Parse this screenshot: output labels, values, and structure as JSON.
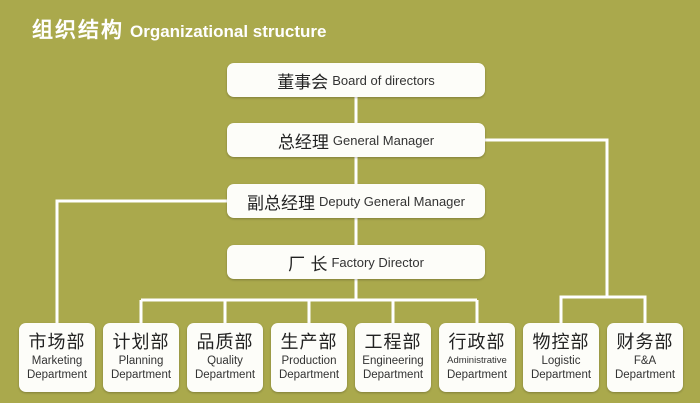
{
  "title": {
    "cn": "组织结构",
    "en": "Organizational structure"
  },
  "top_boxes": [
    {
      "cn": "董事会",
      "en": "Board of directors"
    },
    {
      "cn": "总经理",
      "en": "General Manager"
    },
    {
      "cn": "副总经理",
      "en": "Deputy General Manager"
    },
    {
      "cn": "厂 长",
      "en": "Factory Director"
    }
  ],
  "departments": [
    {
      "cn": "市场部",
      "en1": "Marketing",
      "en2": "Department"
    },
    {
      "cn": "计划部",
      "en1": "Planning",
      "en2": "Department"
    },
    {
      "cn": "品质部",
      "en1": "Quality",
      "en2": "Department"
    },
    {
      "cn": "生产部",
      "en1": "Production",
      "en2": "Department"
    },
    {
      "cn": "工程部",
      "en1": "Engineering",
      "en2": "Department"
    },
    {
      "cn": "行政部",
      "en1": "Administrative",
      "en2": "Department"
    },
    {
      "cn": "物控部",
      "en1": "Logistic",
      "en2": "Department"
    },
    {
      "cn": "财务部",
      "en1": "F&A",
      "en2": "Department"
    }
  ],
  "colors": {
    "background": "#aaa94c",
    "box": "#fdfdf9",
    "line": "#ffffff"
  }
}
